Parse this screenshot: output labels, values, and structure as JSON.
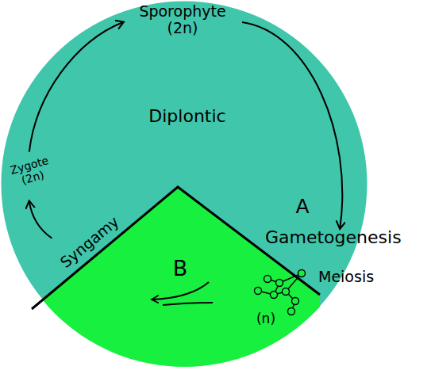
{
  "diagram": {
    "nodes": [
      {
        "text": [
          "Diplontic",
          "A"
        ]
      },
      {
        "text": [
          "Sporophyte (2n)"
        ],
        "in": 0
      },
      {
        "text": [
          "Zygote (2n)"
        ],
        "in": 0
      },
      {
        "text": [
          "Gametogenesis"
        ]
      },
      {
        "text": [
          "B",
          "(n)"
        ]
      }
    ],
    "edges": [
      {
        "from": 2,
        "to": 1,
        "arrow": "to"
      },
      {
        "from": 1,
        "to": 3,
        "arrow": "to"
      },
      {
        "from": 4,
        "to": 2,
        "arrow": "to"
      }
    ],
    "labels": [
      "Syngamy",
      "Meiosis"
    ]
  }
}
